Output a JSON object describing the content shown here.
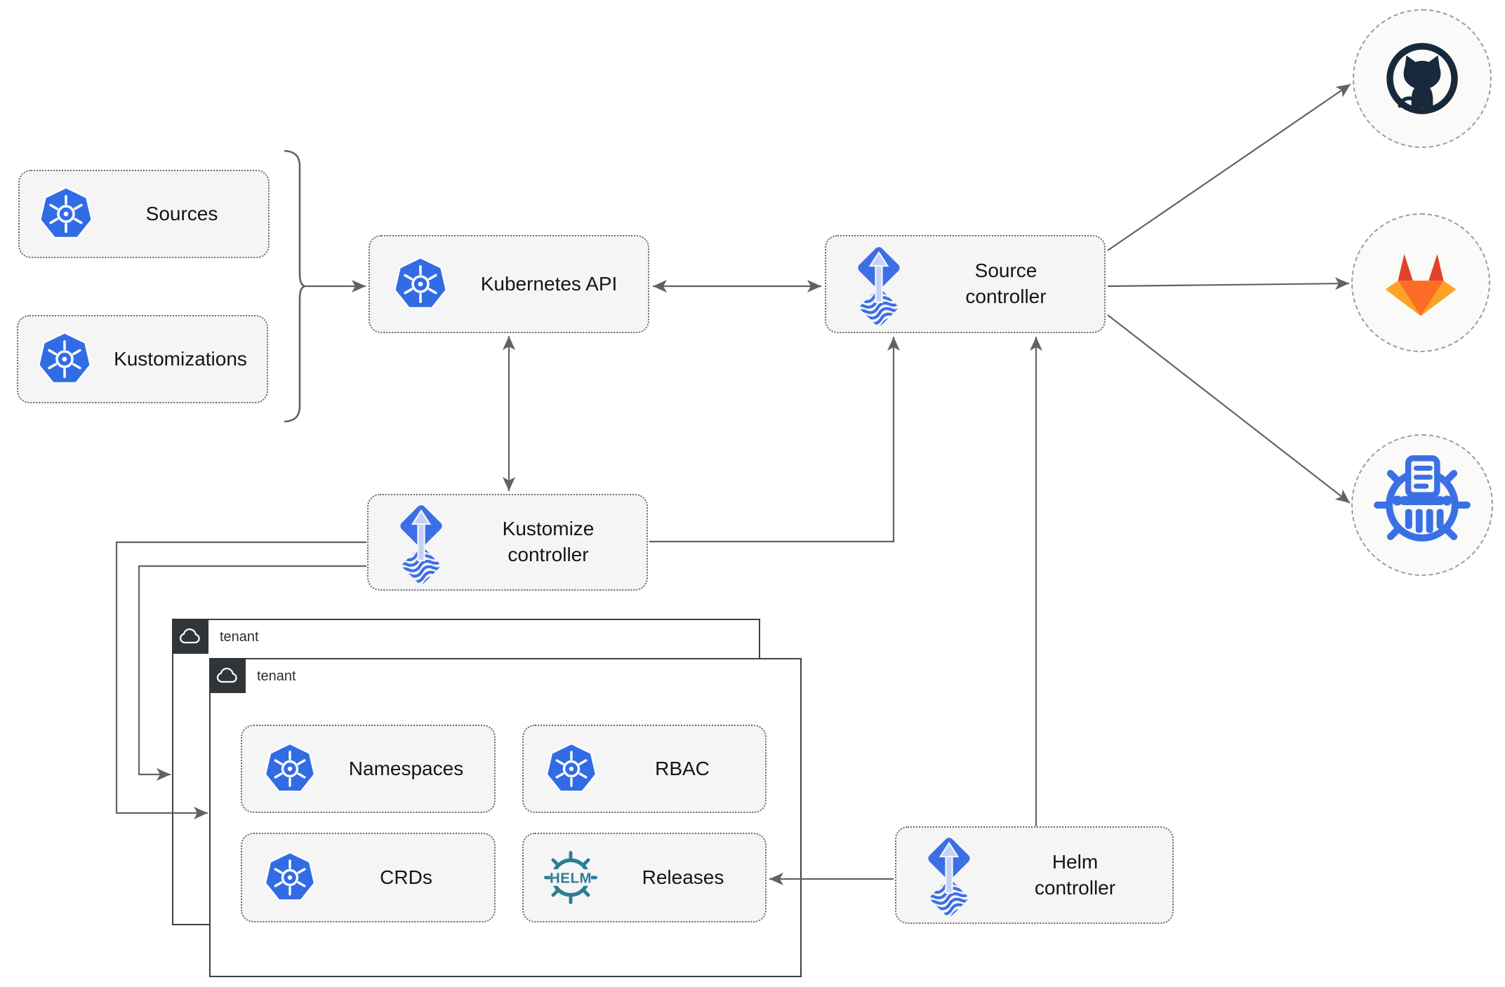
{
  "nodes": {
    "sources": {
      "label": "Sources",
      "icon": "kubernetes-icon"
    },
    "kustomizations": {
      "label": "Kustomizations",
      "icon": "kubernetes-icon"
    },
    "kubernetes_api": {
      "label": "Kubernetes API",
      "icon": "kubernetes-icon"
    },
    "source_controller": {
      "label": "Source controller",
      "icon": "flux-icon"
    },
    "kustomize_controller": {
      "label": "Kustomize controller",
      "icon": "flux-icon"
    },
    "helm_controller": {
      "label": "Helm controller",
      "icon": "flux-icon"
    },
    "tenant_back": {
      "label": "tenant",
      "icon": "cloud-icon"
    },
    "tenant_front": {
      "label": "tenant",
      "icon": "cloud-icon"
    },
    "namespaces": {
      "label": "Namespaces",
      "icon": "kubernetes-icon"
    },
    "rbac": {
      "label": "RBAC",
      "icon": "kubernetes-icon"
    },
    "crds": {
      "label": "CRDs",
      "icon": "kubernetes-icon"
    },
    "releases": {
      "label": "Releases",
      "icon": "helm-icon"
    },
    "github": {
      "icon": "github-icon"
    },
    "gitlab": {
      "icon": "gitlab-icon"
    },
    "chartmuseum": {
      "icon": "chartmuseum-icon"
    }
  },
  "icons": {
    "helm_wordmark": "HELM"
  },
  "edges": [
    {
      "from": "sources-and-kustomizations",
      "to": "kubernetes-api",
      "style": "arrow"
    },
    {
      "from": "kubernetes-api",
      "to": "source-controller",
      "style": "double-arrow"
    },
    {
      "from": "kubernetes-api",
      "to": "kustomize-controller",
      "style": "double-arrow"
    },
    {
      "from": "kustomize-controller",
      "to": "source-controller",
      "style": "arrow"
    },
    {
      "from": "helm-controller",
      "to": "source-controller",
      "style": "arrow"
    },
    {
      "from": "helm-controller",
      "to": "releases",
      "style": "arrow"
    },
    {
      "from": "kustomize-controller",
      "to": "tenant-front",
      "style": "arrow"
    },
    {
      "from": "kustomize-controller",
      "to": "tenant-back",
      "style": "arrow"
    },
    {
      "from": "source-controller",
      "to": "github",
      "style": "arrow"
    },
    {
      "from": "source-controller",
      "to": "gitlab",
      "style": "arrow"
    },
    {
      "from": "source-controller",
      "to": "chartmuseum",
      "style": "arrow"
    }
  ],
  "colors": {
    "kubernetes_blue": "#326CE5",
    "flux_blue": "#3D6FE4",
    "flux_arrow_light": "#C2D3F6",
    "helm_teal": "#2D7D93",
    "chartmuseum_blue": "#3A70E3",
    "github_dark": "#18293B",
    "gitlab_red": "#E24329",
    "gitlab_orange": "#FC6D26",
    "gitlab_amber": "#FCA326",
    "node_fill": "#F5F5F5",
    "tenant_header_dark": "#303539",
    "connector_gray": "#5F6368"
  }
}
